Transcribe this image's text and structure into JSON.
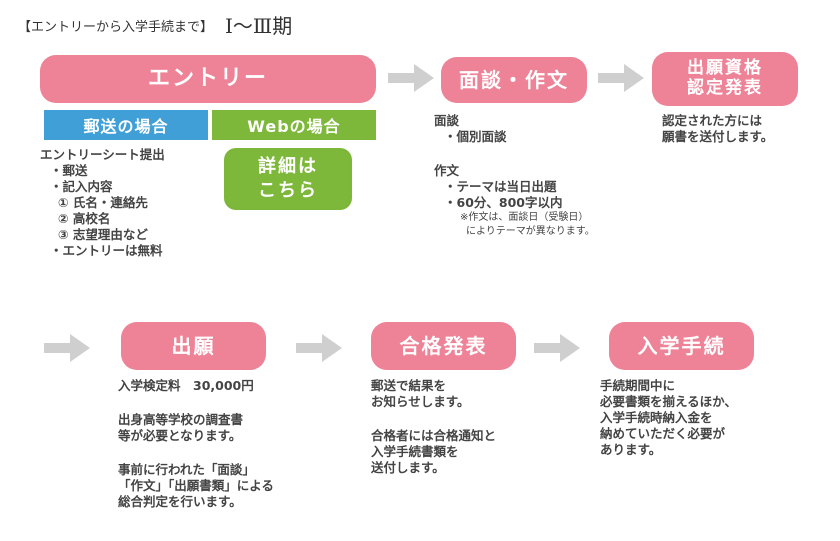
{
  "header": {
    "title": "【エントリーから入学手続まで】",
    "period": "Ⅰ～Ⅲ期"
  },
  "steps": {
    "entry": "エントリー",
    "interview": "面談・作文",
    "result_line1": "出願資格",
    "result_line2": "認定発表",
    "application": "出願",
    "pass": "合格発表",
    "enroll": "入学手続"
  },
  "entry": {
    "mail_tag": "郵送の場合",
    "web_tag": "Webの場合",
    "detail_btn_line1": "詳細は",
    "detail_btn_line2": "こちら",
    "lines": [
      "エントリーシート提出",
      "・郵送",
      "・記入内容",
      "① 氏名・連絡先",
      "② 高校名",
      "③ 志望理由など",
      "・エントリーは無料"
    ]
  },
  "interview": {
    "mendan_title": "面談",
    "mendan_item": "・個別面談",
    "sakubun_title": "作文",
    "sakubun_items": [
      "・テーマは当日出題",
      "・60分、800字以内"
    ],
    "note_line1": "※作文は、面談日（受験日）",
    "note_line2": "によりテーマが異なります。"
  },
  "result_text": [
    "認定された方には",
    "願書を送付します。"
  ],
  "application": {
    "fee": "入学検定料　30,000円",
    "p2": [
      "出身高等学校の調査書",
      "等が必要となります。"
    ],
    "p3": [
      "事前に行われた「面談」",
      "「作文」「出願書類」による",
      "総合判定を行います。"
    ]
  },
  "pass": {
    "p1": [
      "郵送で結果を",
      "お知らせします。"
    ],
    "p2": [
      "合格者には合格通知と",
      "入学手続書類を",
      "送付します。"
    ]
  },
  "enroll": {
    "p1": [
      "手続期間中に",
      "必要書類を揃えるほか、",
      "入学手続時納入金を",
      "納めていただく必要が",
      "あります。"
    ]
  },
  "colors": {
    "pill": "#ee8296",
    "mail": "#3f9fd6",
    "web": "#7db83a",
    "arrow": "#cfcfcf"
  }
}
